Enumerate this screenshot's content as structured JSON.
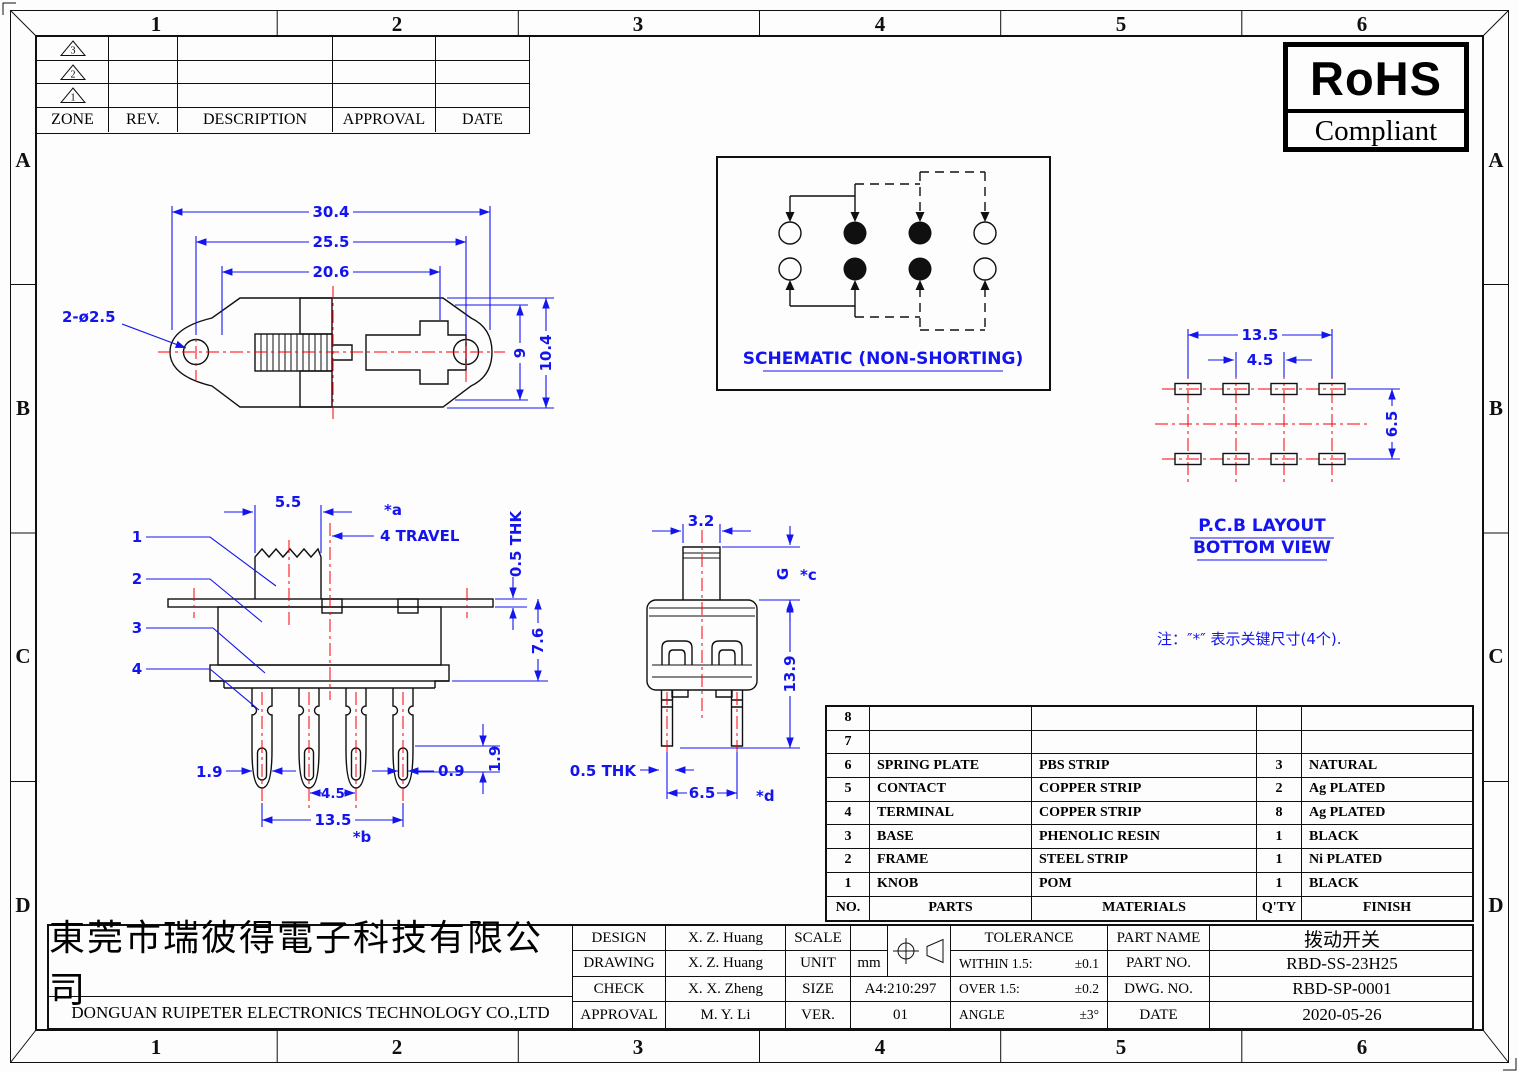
{
  "frame": {
    "top_zones": [
      "1",
      "2",
      "3",
      "4",
      "5",
      "6"
    ],
    "bottom_zones": [
      "1",
      "2",
      "3",
      "4",
      "5",
      "6"
    ],
    "left_zones": [
      "A",
      "B",
      "C",
      "D"
    ],
    "right_zones": [
      "A",
      "B",
      "C",
      "D"
    ]
  },
  "revision_table": {
    "headers": [
      "ZONE",
      "REV.",
      "DESCRIPTION",
      "APPROVAL",
      "DATE"
    ],
    "rows": [
      {
        "marker": "3"
      },
      {
        "marker": "2"
      },
      {
        "marker": "1"
      }
    ]
  },
  "rohs": {
    "title": "RoHS",
    "subtitle": "Compliant"
  },
  "top_view": {
    "dim_30_4": "30.4",
    "dim_25_5": "25.5",
    "dim_20_6": "20.6",
    "dim_holes": "2-ø2.5",
    "dim_9": "9",
    "dim_10_4": "10.4"
  },
  "schematic": {
    "title": "SCHEMATIC (NON-SHORTING)"
  },
  "pcb": {
    "dim_13_5": "13.5",
    "dim_4_5": "4.5",
    "dim_6_5": "6.5",
    "title_line1": "P.C.B LAYOUT",
    "title_line2": "BOTTOM VIEW"
  },
  "side_view": {
    "callout_1": "1",
    "callout_2": "2",
    "callout_3": "3",
    "callout_4": "4",
    "dim_5_5": "5.5",
    "key_a": "*a",
    "dim_travel": "4 TRAVEL",
    "dim_thk": "0.5 THK",
    "dim_7_6": "7.6",
    "dim_1_9_left": "1.9",
    "dim_4_5": "4.5",
    "dim_13_5": "13.5",
    "key_b": "*b",
    "dim_0_9": "0.9",
    "dim_1_9_right": "1.9"
  },
  "front_view": {
    "dim_3_2": "3.2",
    "dim_g": "G",
    "key_c": "*c",
    "dim_13_9": "13.9",
    "dim_thk": "0.5 THK",
    "dim_6_5": "6.5",
    "key_d": "*d"
  },
  "note": {
    "text": "注：″*″ 表示关键尺寸(4个)."
  },
  "parts_table": {
    "headers": {
      "no": "NO.",
      "parts": "PARTS",
      "materials": "MATERIALS",
      "qty": "Q'TY",
      "finish": "FINISH"
    },
    "rows": [
      {
        "no": "8",
        "parts": "",
        "materials": "",
        "qty": "",
        "finish": ""
      },
      {
        "no": "7",
        "parts": "",
        "materials": "",
        "qty": "",
        "finish": ""
      },
      {
        "no": "6",
        "parts": "SPRING PLATE",
        "materials": "PBS STRIP",
        "qty": "3",
        "finish": "NATURAL"
      },
      {
        "no": "5",
        "parts": "CONTACT",
        "materials": "COPPER STRIP",
        "qty": "2",
        "finish": "Ag PLATED"
      },
      {
        "no": "4",
        "parts": "TERMINAL",
        "materials": "COPPER STRIP",
        "qty": "8",
        "finish": "Ag PLATED"
      },
      {
        "no": "3",
        "parts": "BASE",
        "materials": "PHENOLIC RESIN",
        "qty": "1",
        "finish": "BLACK"
      },
      {
        "no": "2",
        "parts": "FRAME",
        "materials": "STEEL STRIP",
        "qty": "1",
        "finish": "Ni PLATED"
      },
      {
        "no": "1",
        "parts": "KNOB",
        "materials": "POM",
        "qty": "1",
        "finish": "BLACK"
      }
    ]
  },
  "title_block": {
    "company_cn": "東莞市瑞彼得電子科技有限公司",
    "company_en": "DONGUAN RUIPETER ELECTRONICS TECHNOLOGY CO.,LTD",
    "design_label": "DESIGN",
    "design_value": "X. Z. Huang",
    "drawing_label": "DRAWING",
    "drawing_value": "X. Z. Huang",
    "check_label": "CHECK",
    "check_value": "X. X. Zheng",
    "approval_label": "APPROVAL",
    "approval_value": "M. Y. Li",
    "scale_label": "SCALE",
    "scale_value": "",
    "unit_label": "UNIT",
    "unit_value": "mm",
    "size_label": "SIZE",
    "size_value": "A4:210:297",
    "ver_label": "VER.",
    "ver_value": "01",
    "tolerance_label": "TOLERANCE",
    "tol_within_label": "WITHIN 1.5:",
    "tol_within_value": "±0.1",
    "tol_over_label": "OVER  1.5:",
    "tol_over_value": "±0.2",
    "tol_angle_label": "ANGLE",
    "tol_angle_value": "±3°",
    "part_name_label": "PART NAME",
    "part_name_value": "拨动开关",
    "part_no_label": "PART NO.",
    "part_no_value": "RBD-SS-23H25",
    "dwg_no_label": "DWG. NO.",
    "dwg_no_value": "RBD-SP-0001",
    "date_label": "DATE",
    "date_value": "2020-05-26"
  }
}
